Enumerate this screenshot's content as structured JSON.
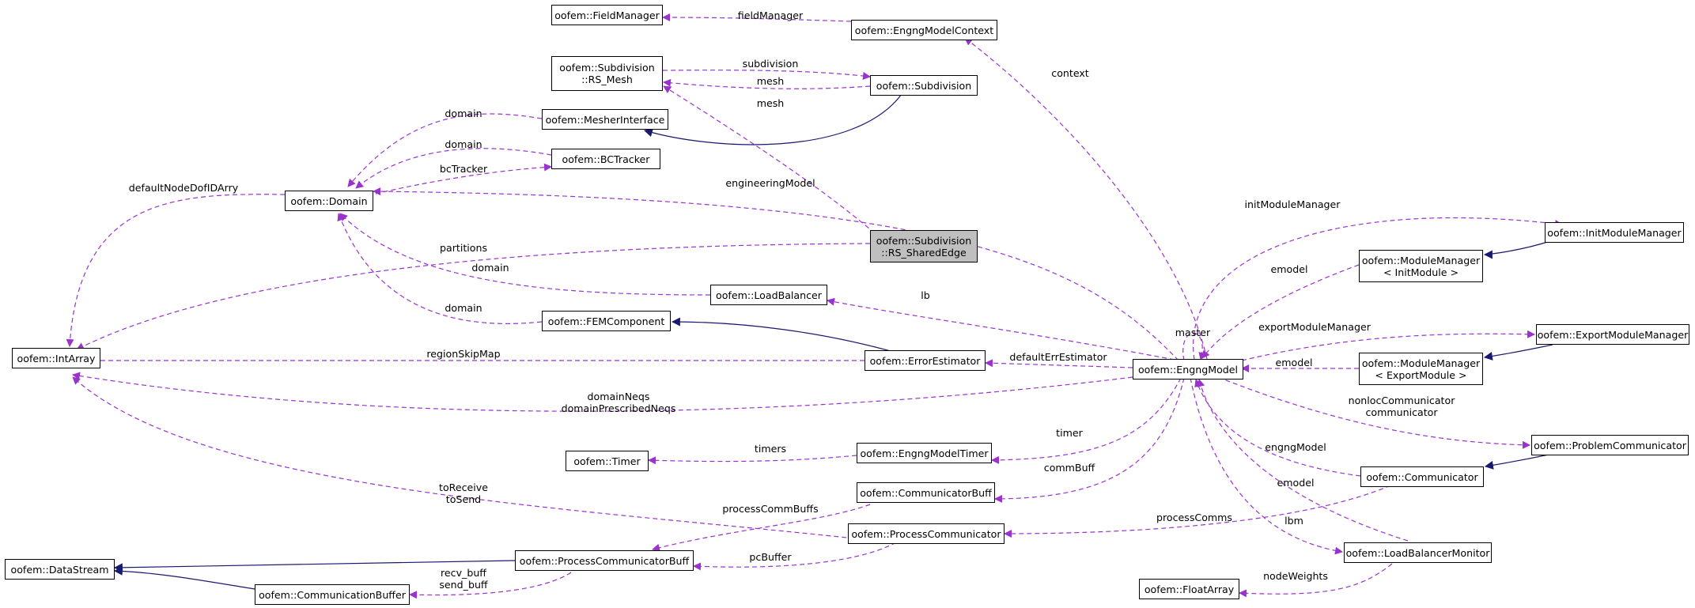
{
  "colors": {
    "usage_edge": "#9a32cd",
    "inherit_edge": "#191970",
    "focus_fill": "#bfbfbf"
  },
  "nodes": {
    "field_manager": [
      "oofem::FieldManager"
    ],
    "engng_model_context": [
      "oofem::EngngModelContext"
    ],
    "rs_mesh": [
      "oofem::Subdivision",
      "::RS_Mesh"
    ],
    "subdivision": [
      "oofem::Subdivision"
    ],
    "mesher_interface": [
      "oofem::MesherInterface"
    ],
    "bc_tracker": [
      "oofem::BCTracker"
    ],
    "domain": [
      "oofem::Domain"
    ],
    "rs_shared_edge": [
      "oofem::Subdivision",
      "::RS_SharedEdge"
    ],
    "int_array": [
      "oofem::IntArray"
    ],
    "load_balancer": [
      "oofem::LoadBalancer"
    ],
    "fem_component": [
      "oofem::FEMComponent"
    ],
    "error_estimator": [
      "oofem::ErrorEstimator"
    ],
    "engng_model": [
      "oofem::EngngModel"
    ],
    "init_module_manager": [
      "oofem::InitModuleManager"
    ],
    "module_manager_init": [
      "oofem::ModuleManager",
      "< InitModule >"
    ],
    "export_module_manager": [
      "oofem::ExportModuleManager"
    ],
    "module_manager_export": [
      "oofem::ModuleManager",
      "< ExportModule >"
    ],
    "problem_communicator": [
      "oofem::ProblemCommunicator"
    ],
    "communicator": [
      "oofem::Communicator"
    ],
    "timer": [
      "oofem::Timer"
    ],
    "engng_model_timer": [
      "oofem::EngngModelTimer"
    ],
    "communicator_buff": [
      "oofem::CommunicatorBuff"
    ],
    "process_communicator": [
      "oofem::ProcessCommunicator"
    ],
    "load_balancer_monitor": [
      "oofem::LoadBalancerMonitor"
    ],
    "data_stream": [
      "oofem::DataStream"
    ],
    "process_communicator_buff": [
      "oofem::ProcessCommunicatorBuff"
    ],
    "communication_buffer": [
      "oofem::CommunicationBuffer"
    ],
    "float_array": [
      "oofem::FloatArray"
    ]
  },
  "edge_labels": {
    "fieldManager": [
      "fieldManager"
    ],
    "context": [
      "context"
    ],
    "subdivision": [
      "subdivision"
    ],
    "mesh1": [
      "mesh"
    ],
    "mesh2": [
      "mesh"
    ],
    "domain_mi": [
      "domain"
    ],
    "domain_bct": [
      "domain"
    ],
    "bcTracker": [
      "bcTracker"
    ],
    "defaultNodeDofIDArry": [
      "defaultNodeDofIDArry"
    ],
    "engineeringModel": [
      "engineeringModel"
    ],
    "partitions": [
      "partitions"
    ],
    "domain_lb": [
      "domain"
    ],
    "domain_fem": [
      "domain"
    ],
    "lb": [
      "lb"
    ],
    "initModuleManager": [
      "initModuleManager"
    ],
    "emodel_init": [
      "emodel"
    ],
    "master": [
      "master"
    ],
    "exportModuleManager": [
      "exportModuleManager"
    ],
    "emodel_export": [
      "emodel"
    ],
    "regionSkipMap": [
      "regionSkipMap"
    ],
    "defaultErrEstimator": [
      "defaultErrEstimator"
    ],
    "domainNeqs": [
      "domainNeqs",
      "domainPrescribedNeqs"
    ],
    "nonlocComm": [
      "nonlocCommunicator",
      "communicator"
    ],
    "timers": [
      "timers"
    ],
    "timer": [
      "timer"
    ],
    "engngModel": [
      "engngModel"
    ],
    "commBuff": [
      "commBuff"
    ],
    "emodel_lbm": [
      "emodel"
    ],
    "toReceive": [
      "toReceive",
      "toSend"
    ],
    "processCommBuffs": [
      "processCommBuffs"
    ],
    "processComms": [
      "processComms"
    ],
    "lbm": [
      "lbm"
    ],
    "pcBuffer": [
      "pcBuffer"
    ],
    "recv_buff": [
      "recv_buff",
      "send_buff"
    ],
    "nodeWeights": [
      "nodeWeights"
    ]
  }
}
